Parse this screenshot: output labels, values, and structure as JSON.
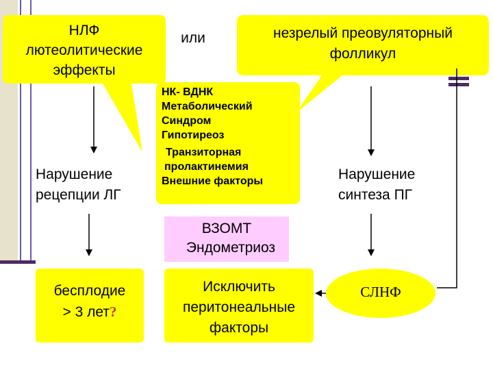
{
  "nodes": {
    "nlf": {
      "lines": [
        "НЛФ",
        "лютеолитические",
        "эффекты"
      ]
    },
    "or": {
      "label": "или"
    },
    "follicle": {
      "lines": [
        "незрелый преовуляторный",
        "фолликул"
      ]
    },
    "causes": {
      "lines": [
        "НК- ВДНК",
        "Метаболический",
        "Синдром",
        "Гипотиреоз",
        "Транзиторная",
        "пролактинемия",
        "Внешние факторы"
      ]
    },
    "lh": {
      "lines": [
        "Нарушение",
        "рецепции ЛГ"
      ]
    },
    "pg": {
      "lines": [
        "Нарушение",
        "синтеза ПГ"
      ]
    },
    "vzomt": {
      "lines": [
        "ВЗОМТ",
        "Эндометриоз"
      ]
    },
    "infertility": {
      "line1": "бесплодие",
      "line2_prefix": "> 3 лет",
      "question_mark": "?"
    },
    "exclude": {
      "lines": [
        "Исключить",
        "перитонеальные",
        "факторы"
      ]
    },
    "slnf": {
      "label": "СЛНФ"
    }
  },
  "colors": {
    "yellow": "#ffff00",
    "pink": "#ffccff",
    "question_mark": "#c0392b",
    "stripe": "#4b2c5e"
  }
}
